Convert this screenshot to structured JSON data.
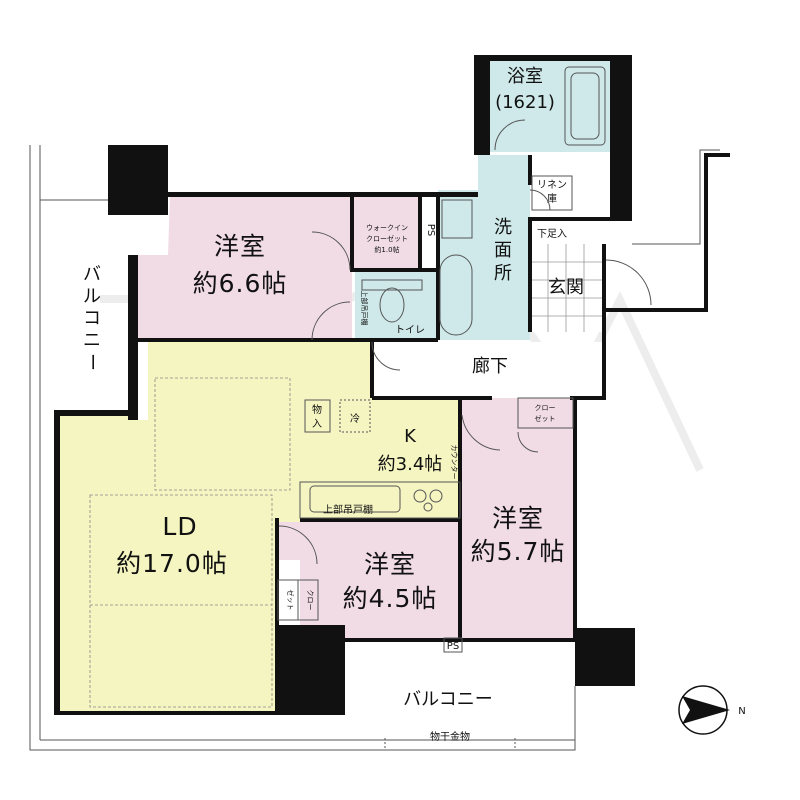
{
  "rooms": {
    "bath": {
      "name": "浴室",
      "size": "(1621)"
    },
    "western_a": {
      "name": "洋室",
      "size": "約6.6帖"
    },
    "walkin": {
      "line1": "ウォークイン",
      "line2": "クローゼット",
      "line3": "約1.0帖"
    },
    "ps_top": "PS",
    "wash": {
      "c1": "洗",
      "c2": "面",
      "c3": "所"
    },
    "linen": {
      "line1": "リネン",
      "line2": "庫"
    },
    "shoe": "下足入",
    "entry": "玄関",
    "toilet": "トイレ",
    "toilet_shelf": "上部吊戸棚",
    "corridor": "廊下",
    "balcony_left": {
      "c1": "バ",
      "c2": "ル",
      "c3": "コ",
      "c4": "ニ",
      "c5": "ー"
    },
    "storage": {
      "c1": "物",
      "c2": "入"
    },
    "fridge": "冷",
    "kitchen": {
      "name": "K",
      "size": "約3.4帖"
    },
    "counter": "カウンター",
    "closet_right": {
      "line1": "クロー",
      "line2": "ゼット"
    },
    "upper_cabinet": "上部吊戸棚",
    "living": {
      "name": "LD",
      "size": "約17.0帖"
    },
    "western_b": {
      "name": "洋室",
      "size": "約5.7帖"
    },
    "western_c": {
      "name": "洋室",
      "size": "約4.5帖"
    },
    "closet_small": {
      "line1": "クロー",
      "line2": "ゼット"
    },
    "ps_bottom": "PS",
    "balcony_bottom": "バルコニー",
    "drying": "物干金物"
  },
  "compass": {
    "label": "N"
  },
  "colors": {
    "pink": "#f1dce6",
    "yellow": "#f5f5c2",
    "blue": "#cfe9ea",
    "wall": "#111111",
    "compass": "#111111"
  }
}
